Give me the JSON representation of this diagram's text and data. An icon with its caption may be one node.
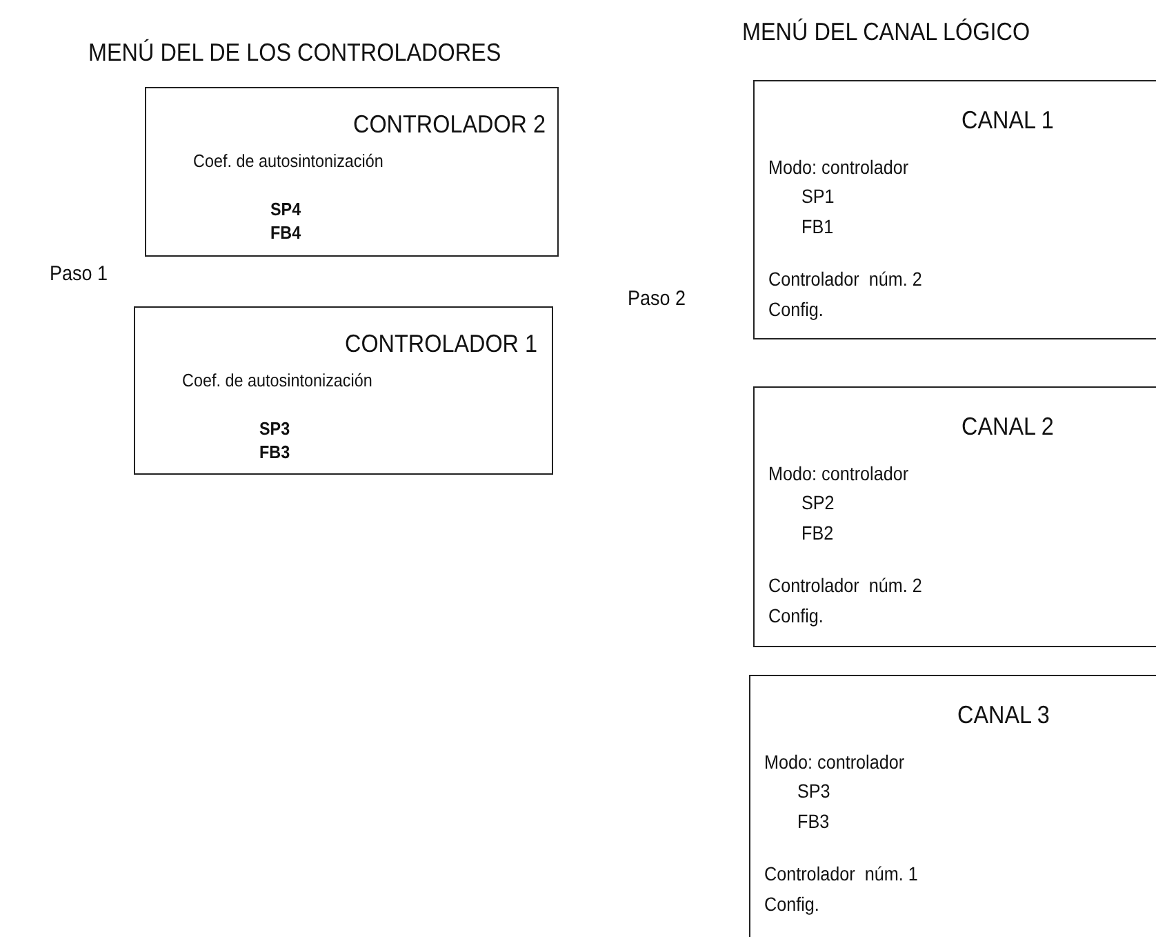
{
  "diagram": {
    "nodes": [
      {
        "text": [
          "CONTROLADOR 2",
          "Coef. de autosintonización",
          "SP4",
          "FB4"
        ]
      },
      {
        "text": [
          "CONTROLADOR 1",
          "Coef. de autosintonización",
          "SP3",
          "FB3"
        ]
      },
      {
        "text": [
          "CANAL 1",
          "Modo: controlador",
          "SP1",
          "FB1",
          "Controlador  núm. 2",
          "Config."
        ]
      },
      {
        "text": [
          "CANAL 2",
          "Modo: controlador",
          "SP2",
          "FB2",
          "Controlador  núm. 2",
          "Config."
        ]
      },
      {
        "text": [
          "CANAL 3",
          "Modo: controlador",
          "SP3",
          "FB3",
          "Controlador  núm. 1",
          "Config."
        ]
      }
    ],
    "labels": [
      "MENÚ DEL DE LOS CONTROLADORES",
      "MENÚ DEL CANAL LÓGICO",
      "Paso 1",
      "Paso 2"
    ]
  }
}
